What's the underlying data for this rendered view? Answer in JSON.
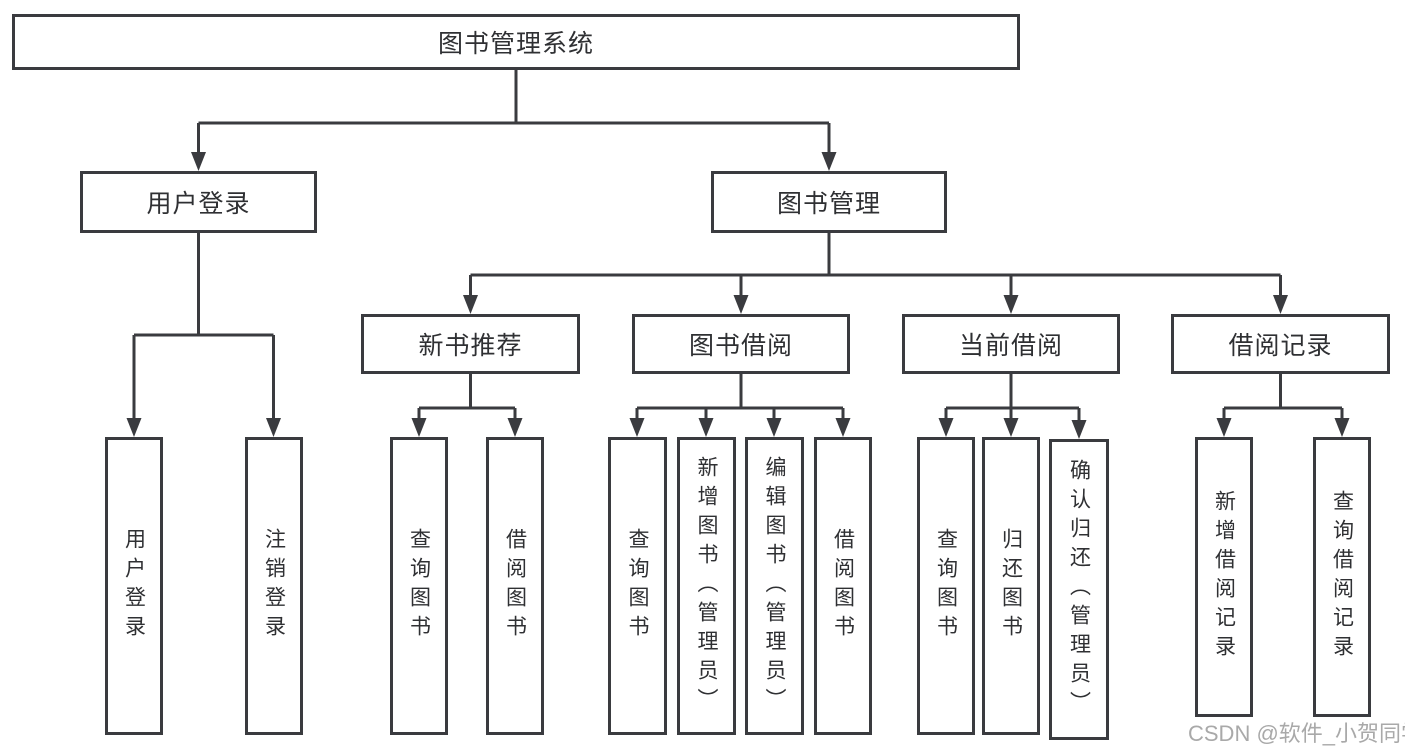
{
  "diagram": {
    "title": "图书管理系统",
    "branches": {
      "user_login": {
        "label": "用户登录",
        "leaves": [
          "用户登录",
          "注销登录"
        ]
      },
      "book_management": {
        "label": "图书管理",
        "sections": {
          "new_book": {
            "label": "新书推荐",
            "leaves": [
              "查询图书",
              "借阅图书"
            ]
          },
          "book_borrow": {
            "label": "图书借阅",
            "leaves": [
              "查询图书",
              "新增图书（管理员）",
              "编辑图书（管理员）",
              "借阅图书"
            ]
          },
          "current_borrow": {
            "label": "当前借阅",
            "leaves": [
              "查询图书",
              "归还图书",
              "确认归还（管理员）"
            ]
          },
          "borrow_record": {
            "label": "借阅记录",
            "leaves": [
              "新增借阅记录",
              "查询借阅记录"
            ]
          }
        }
      }
    }
  },
  "watermark": {
    "text": "CSDN @软件_小贺同学"
  },
  "colors": {
    "line": "#3a3b3f",
    "text": "#2f3033",
    "box_background": "#ffffff",
    "page_background": "#ffffff",
    "watermark": "#a9a9a9"
  }
}
